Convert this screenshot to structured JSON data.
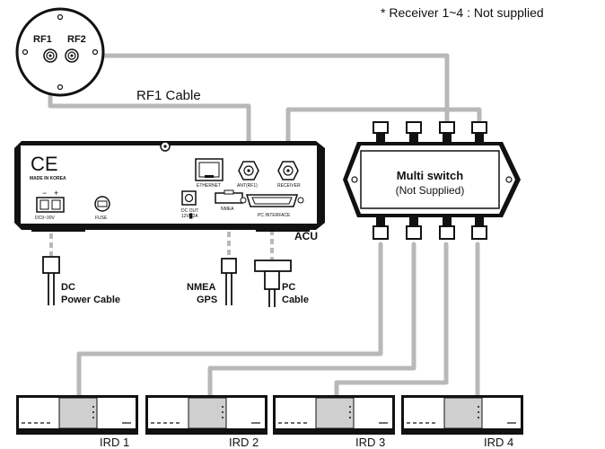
{
  "note": "* Receiver 1~4 : Not supplied",
  "antenna": {
    "rf1": "RF1",
    "rf2": "RF2"
  },
  "rf1_cable_label": "RF1 Cable",
  "acu": {
    "label": "ACU",
    "ce_mark": "CE",
    "made_in": "MADE IN KOREA",
    "dc_label": "DC9~30V",
    "fuse_label": "FUSE",
    "ethernet_label": "ETHERNET",
    "ant_label": "ANT(RF1)",
    "receiver_label": "RECEIVER",
    "dc_out_label": "DC OUT",
    "dc_out_spec": "12V█2A",
    "nmea_label": "NMEA",
    "pc_interface_label": "PC INTERFACE"
  },
  "multiswitch": {
    "title": "Multi switch",
    "subtitle": "(Not Supplied)"
  },
  "cables": {
    "dc_line1": "DC",
    "dc_line2": "Power Cable",
    "nmea_line1": "NMEA",
    "nmea_line2": "GPS",
    "pc_line1": "PC",
    "pc_line2": "Cable"
  },
  "irds": [
    "IRD 1",
    "IRD 2",
    "IRD 3",
    "IRD 4"
  ]
}
